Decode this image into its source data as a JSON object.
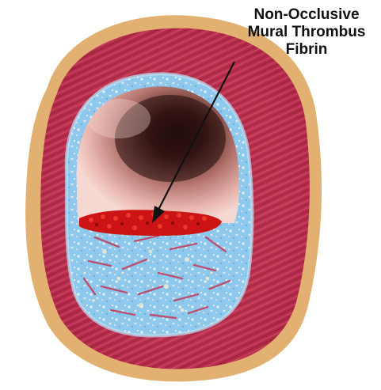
{
  "annotation": {
    "lines": [
      "Non-Occlusive",
      "Mural Thrombus",
      "Fibrin"
    ]
  },
  "colors": {
    "background": "#ffffff",
    "adventitia": "#e2b070",
    "media": "#b52a4a",
    "media_stripe": "#d4506a",
    "intima": "#8ec8ec",
    "lumen_light": "#f2c6c0",
    "lumen_dark": "#2a0f10",
    "thrombus": "#cc1414",
    "fibrin_strand": "#c23c5a",
    "arrow": "#111111"
  }
}
